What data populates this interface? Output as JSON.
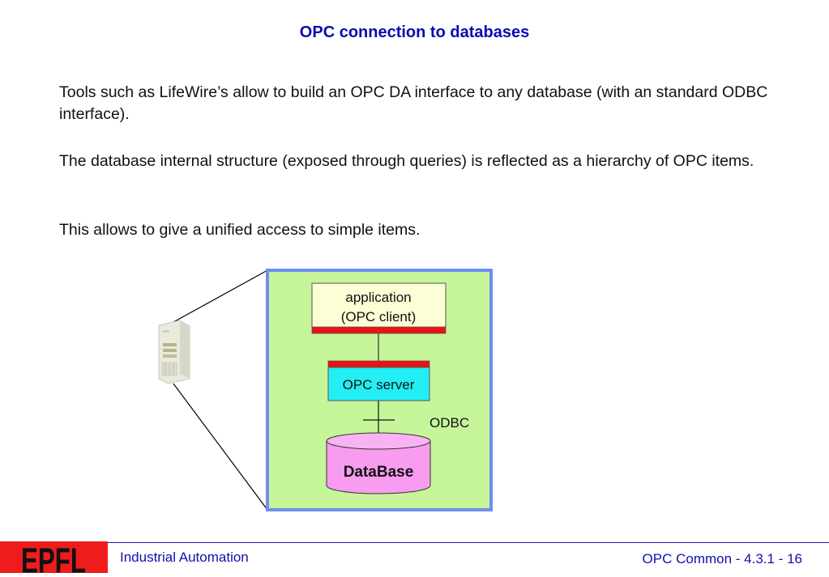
{
  "slide": {
    "title": "OPC connection to databases",
    "paragraphs": [
      "Tools such as LifeWire’s allow to build an OPC DA interface to any database (with an standard ODBC interface).",
      "The database internal structure (exposed through queries) is reflected as a hierarchy of OPC items.",
      "This allows to give a unified access to simple items."
    ]
  },
  "diagram": {
    "client_line1": "application",
    "client_line2": "(OPC client)",
    "server_label": "OPC server",
    "odbc_label": "ODBC",
    "database_label": "DataBase",
    "icons": {
      "computer": "server-tower-icon"
    },
    "colors": {
      "frame_fill": "#c6f59a",
      "frame_border": "#6e8ff0",
      "client_fill": "#fdfdd6",
      "interface_bar": "#ee1111",
      "server_fill": "#22eef4",
      "database_fill": "#f89cf0"
    }
  },
  "footer": {
    "logo_text": "EPFL",
    "course": "Industrial Automation",
    "page_ref": "OPC Common - 4.3.1 - 16"
  }
}
